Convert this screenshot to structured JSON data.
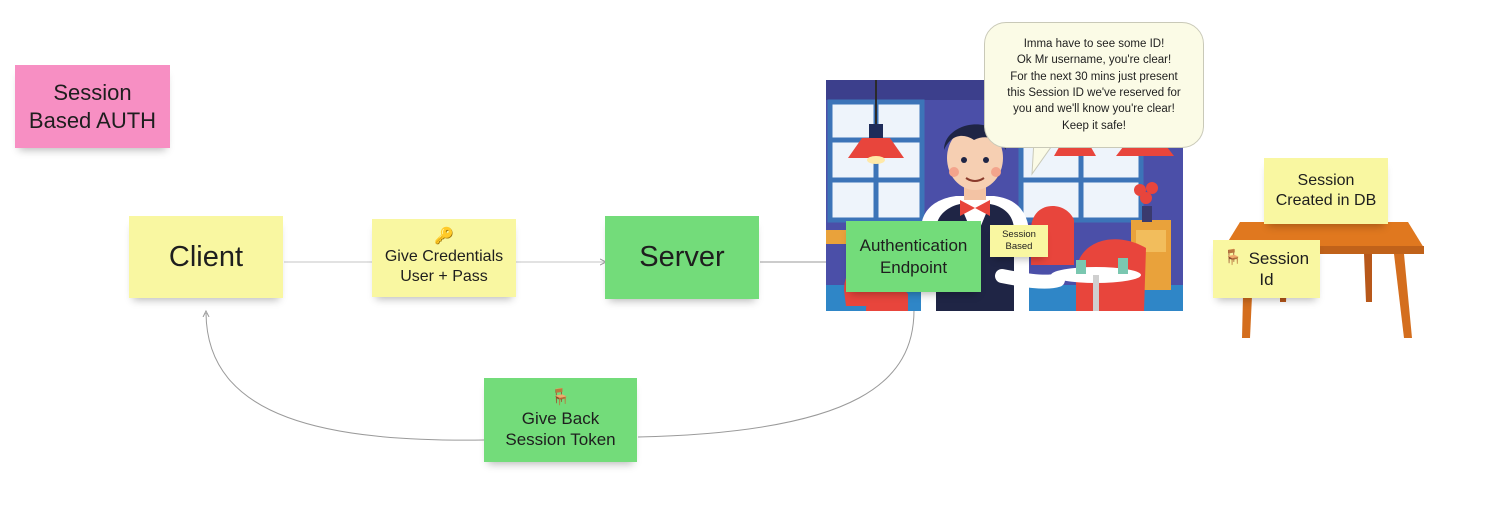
{
  "colors": {
    "sticky_yellow": "#f9f7a1",
    "sticky_green": "#73dc7a",
    "sticky_pink": "#f78fc3",
    "connector": "#9a9a9a"
  },
  "title_note": {
    "text": "Session Based AUTH"
  },
  "client_note": {
    "text": "Client"
  },
  "credentials_note": {
    "icon": "key-icon",
    "glyph": "🔑",
    "line1": "Give Credentials",
    "line2": "User + Pass"
  },
  "server_note": {
    "text": "Server"
  },
  "auth_note": {
    "line1": "Authentication",
    "line2": "Endpoint"
  },
  "session_based_tag": {
    "line1": "Session",
    "line2": "Based"
  },
  "speech_bubble": {
    "text": "Imma have to see some ID!\nOk Mr username, you're clear!\nFor the next 30 mins just present\nthis Session ID we've reserved for\nyou and we'll know you're clear!\nKeep it safe!"
  },
  "session_db_note": {
    "line1": "Session",
    "line2": "Created in DB"
  },
  "session_id_note": {
    "icon": "chair-icon",
    "glyph": "🪑",
    "line1": "Session",
    "line2": "Id"
  },
  "give_back_note": {
    "icon": "chair-icon",
    "glyph": "🪑",
    "line1": "Give Back",
    "line2": "Session Token"
  }
}
